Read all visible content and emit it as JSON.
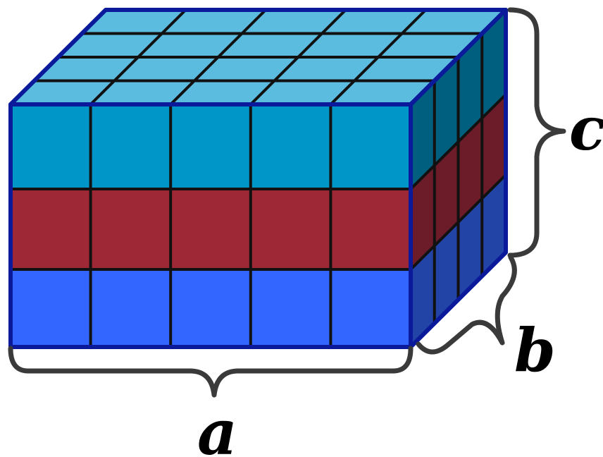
{
  "labels": {
    "a": "a",
    "b": "b",
    "c": "c"
  },
  "grid": {
    "columns": 5,
    "depth_rows": 4,
    "layers": 3
  },
  "colors": {
    "top_face": "#5BBCE0",
    "layer_top_front": "#0096C8",
    "layer_top_side": "#005F7E",
    "layer_middle_front": "#9E2835",
    "layer_middle_side": "#6B1C28",
    "layer_bottom_front": "#3366FF",
    "layer_bottom_side": "#2244A6",
    "grid_line": "#111111",
    "edge": "#0A1A9A",
    "brace": "#3A3A3A"
  }
}
